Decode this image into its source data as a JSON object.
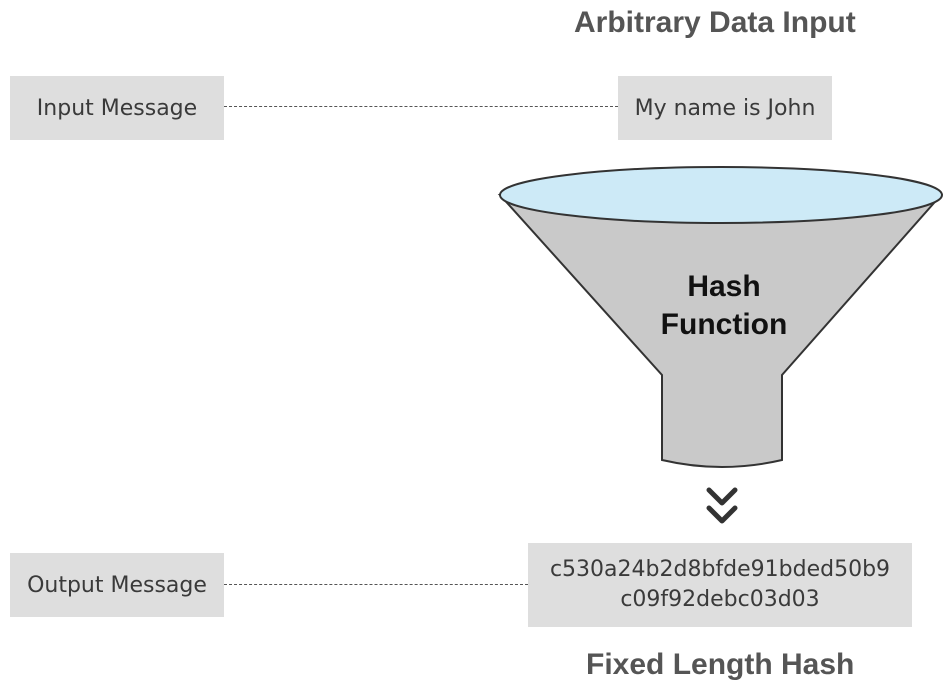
{
  "headings": {
    "top": "Arbitrary Data Input",
    "bottom": "Fixed Length Hash"
  },
  "input": {
    "label": "Input Message",
    "value": "My name is John"
  },
  "funnel": {
    "line1": "Hash",
    "line2": "Function"
  },
  "output": {
    "label": "Output Message",
    "hash_line1": "c530a24b2d8bfde91bded50b9",
    "hash_line2": "c09f92debc03d03"
  },
  "colors": {
    "box_fill": "#dedede",
    "funnel_fill": "#c9c9c9",
    "funnel_top_fill": "#cdeaf7",
    "outline": "#333333"
  },
  "icons": {
    "arrow": "double-chevron-down-icon"
  }
}
